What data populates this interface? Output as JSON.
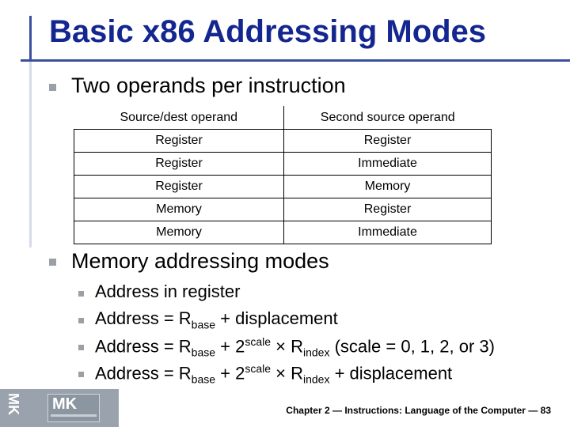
{
  "title": "Basic x86 Addressing Modes",
  "bullets": {
    "operands": "Two operands per instruction",
    "memory_modes": "Memory addressing modes"
  },
  "table": {
    "headers": [
      "Source/dest operand",
      "Second source operand"
    ],
    "rows": [
      [
        "Register",
        "Register"
      ],
      [
        "Register",
        "Immediate"
      ],
      [
        "Register",
        "Memory"
      ],
      [
        "Memory",
        "Register"
      ],
      [
        "Memory",
        "Immediate"
      ]
    ]
  },
  "sub_bullets": {
    "s1": {
      "text": "Address in register"
    },
    "s2": {
      "a": "Address = R",
      "b": "base",
      "c": " + displacement"
    },
    "s3": {
      "a": "Address = R",
      "b": "base",
      "c": " + 2",
      "d": "scale",
      "e": " × R",
      "f": "index",
      "g": " (scale = 0, 1, 2, or 3)"
    },
    "s4": {
      "a": "Address =  R",
      "b": "base",
      "c": " + 2",
      "d": "scale",
      "e": " × R",
      "f": "index",
      "g": " + displacement"
    }
  },
  "footer": "Chapter 2 — Instructions: Language of the Computer — 83",
  "logo": {
    "side_text": "MK",
    "box_text": "MK"
  },
  "colors": {
    "title": "#14268f",
    "accent_line": "#3b4fa0",
    "bullet": "#9aa0a6",
    "logo_band": "#9aa3ad"
  }
}
